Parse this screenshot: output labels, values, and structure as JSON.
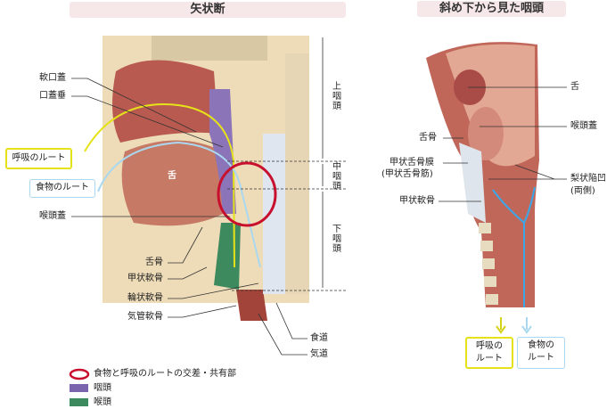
{
  "left": {
    "title": "矢状断",
    "labels": {
      "soft_palate": "軟口蓋",
      "uvula": "口蓋垂",
      "tongue": "舌",
      "epiglottis": "喉頭蓋",
      "hyoid": "舌骨",
      "thyroid_cartilage": "甲状軟骨",
      "cricoid_cartilage": "輪状軟骨",
      "tracheal_cartilage": "気管軟骨",
      "esophagus": "食道",
      "airway": "気道"
    },
    "routes": {
      "breathing": "呼吸のルート",
      "food": "食物のルート"
    },
    "regions": {
      "upper": "上咽頭",
      "middle": "中咽頭",
      "lower": "下咽頭"
    },
    "legend": [
      {
        "label": "食物と呼吸のルートの交差・共有部",
        "color": "#c8102e"
      },
      {
        "label": "咽頭",
        "color": "#7a64ad"
      },
      {
        "label": "喉頭",
        "color": "#3e8a5f"
      }
    ]
  },
  "right": {
    "title": "斜め下から見た咽頭",
    "labels": {
      "tongue": "舌",
      "epiglottis": "喉頭蓋",
      "hyoid": "舌骨",
      "thyrohyoid1": "甲状舌骨膜",
      "thyrohyoid2": "(甲状舌骨筋)",
      "thyroid_cartilage": "甲状軟骨",
      "piriform1": "梨状陥凹",
      "piriform2": "(両側)"
    },
    "routes": {
      "breathing1": "呼吸の",
      "breathing2": "ルート",
      "food1": "食物の",
      "food2": "ルート"
    }
  },
  "colors": {
    "breathing": "#e6e21a",
    "food": "#a9d8f0",
    "crossing": "#c8102e"
  }
}
